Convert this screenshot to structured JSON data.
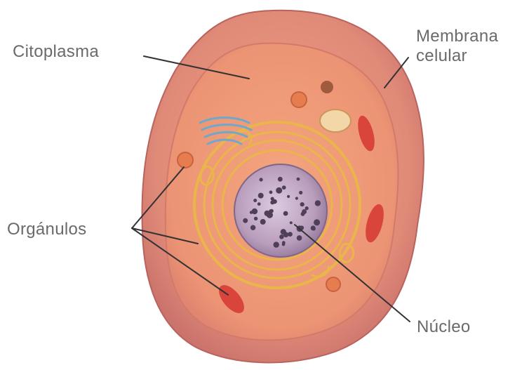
{
  "labels": {
    "citoplasma": "Citoplasma",
    "membrana_line1": "Membrana",
    "membrana_line2": "celular",
    "organulos": "Orgánulos",
    "nucleo": "Núcleo"
  },
  "colors": {
    "membrane_outer": "#d9837a",
    "cytoplasm": "#e99477",
    "nucleus": "#b79ab8",
    "nucleolus_dots": "#4f3f59",
    "golgi_er": "#e8b14a",
    "label_text": "#6a6a6a",
    "leader_lines": "#333333"
  }
}
